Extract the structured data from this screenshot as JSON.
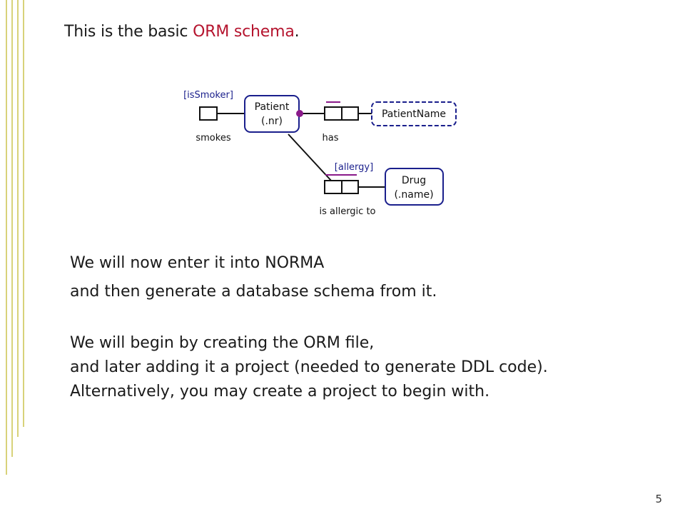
{
  "title": {
    "prefix": "This is the basic ",
    "highlight": "ORM schema",
    "suffix": ".",
    "highlight_color": "#b5142e"
  },
  "diagram": {
    "entities": {
      "patient": {
        "name": "Patient",
        "ref": "(.nr)"
      },
      "patient_name": {
        "name": "PatientName"
      },
      "drug": {
        "name": "Drug",
        "ref": "(.name)"
      }
    },
    "fact_types": {
      "smokes": {
        "reading": "smokes",
        "tag": "[isSmoker]"
      },
      "has": {
        "reading": "has"
      },
      "allergic": {
        "reading": "is allergic to",
        "tag": "[allergy]"
      }
    },
    "colors": {
      "entity_border": "#1a1f8c",
      "constraint": "#8a1a8a",
      "role_border": "#111111"
    }
  },
  "text": {
    "line1": "We will now enter it into NORMA",
    "line2": "and then generate a database schema from it.",
    "line3": "We will begin by creating the ORM file,",
    "line4": "and later adding it a project (needed to generate DDL code).",
    "line5": "Alternatively, you may create a project to begin with."
  },
  "page_number": "5"
}
